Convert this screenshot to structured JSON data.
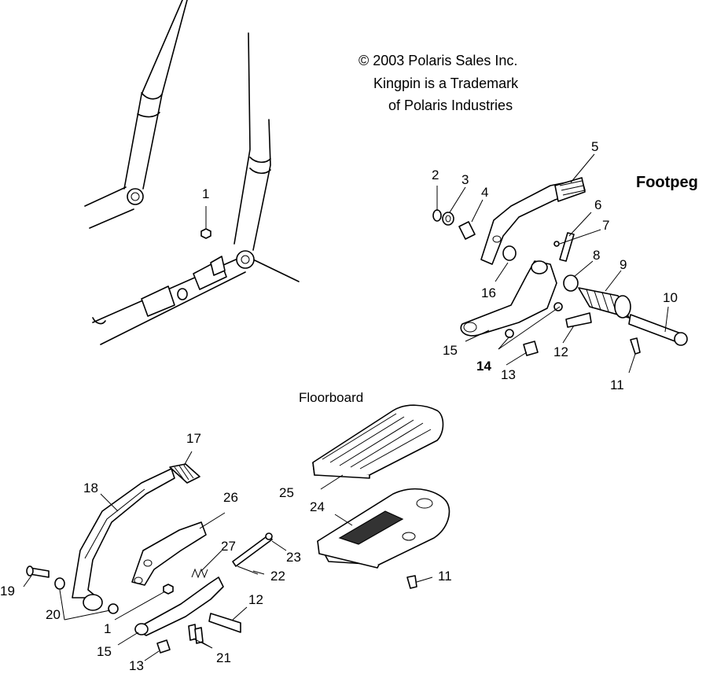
{
  "notice": {
    "copyright": "© 2003 Polaris Sales Inc.",
    "trademark_1": "Kingpin is a Trademark",
    "trademark_2": "of Polaris Industries"
  },
  "section_titles": {
    "footpeg": "Footpeg",
    "floorboard": "Floorboard"
  },
  "callouts": {
    "c1a": "1",
    "c1b": "1",
    "c2": "2",
    "c3": "3",
    "c4": "4",
    "c5": "5",
    "c6": "6",
    "c7": "7",
    "c8": "8",
    "c9": "9",
    "c10": "10",
    "c11a": "11",
    "c11b": "11",
    "c12a": "12",
    "c12b": "12",
    "c13a": "13",
    "c13b": "13",
    "c14": "14",
    "c15a": "15",
    "c15b": "15",
    "c16": "16",
    "c17": "17",
    "c18": "18",
    "c19": "19",
    "c20": "20",
    "c21": "21",
    "c22": "22",
    "c23": "23",
    "c24": "24",
    "c25": "25",
    "c26": "26",
    "c27": "27"
  }
}
